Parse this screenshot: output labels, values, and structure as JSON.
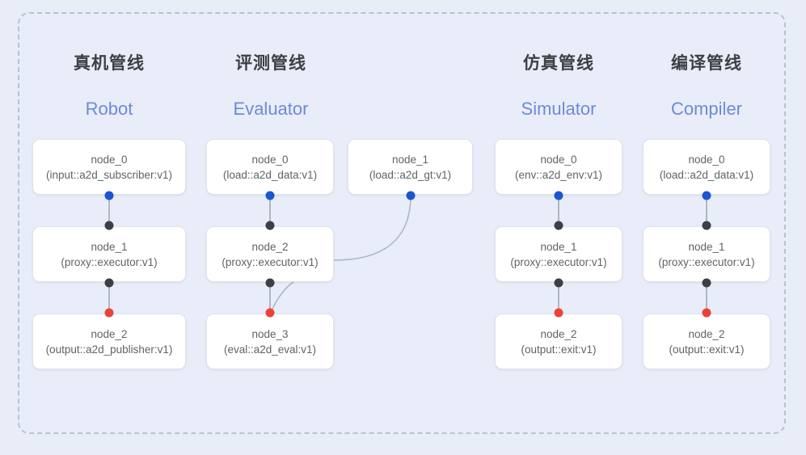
{
  "panel": {
    "border_color": "#b9c2d6",
    "background": "#e8edf9"
  },
  "colors": {
    "output_port": "#1a56d0",
    "relay_port": "#3c4043",
    "input_port": "#ea4335",
    "edge": "#b0b6c4",
    "title": "#3c4043",
    "subtitle": "#6e8ad4",
    "node_text": "#5f6368",
    "card_background": "#ffffff",
    "card_border": "#dfe3ec"
  },
  "columns": [
    {
      "id": "robot",
      "title": "真机管线",
      "subtitle": "Robot",
      "nodes": [
        {
          "name": "node_0",
          "spec": "(input::a2d_subscriber:v1)"
        },
        {
          "name": "node_1",
          "spec": "(proxy::executor:v1)"
        },
        {
          "name": "node_2",
          "spec": "(output::a2d_publisher:v1)"
        }
      ]
    },
    {
      "id": "evaluator",
      "title": "评测管线",
      "subtitle": "Evaluator",
      "nodes": [
        {
          "name": "node_0",
          "spec": "(load::a2d_data:v1)"
        },
        {
          "name": "node_1",
          "spec": "(load::a2d_gt:v1)"
        },
        {
          "name": "node_2",
          "spec": "(proxy::executor:v1)"
        },
        {
          "name": "node_3",
          "spec": "(eval::a2d_eval:v1)"
        }
      ]
    },
    {
      "id": "simulator",
      "title": "仿真管线",
      "subtitle": "Simulator",
      "nodes": [
        {
          "name": "node_0",
          "spec": "(env::a2d_env:v1)"
        },
        {
          "name": "node_1",
          "spec": "(proxy::executor:v1)"
        },
        {
          "name": "node_2",
          "spec": "(output::exit:v1)"
        }
      ]
    },
    {
      "id": "compiler",
      "title": "编译管线",
      "subtitle": "Compiler",
      "nodes": [
        {
          "name": "node_0",
          "spec": "(load::a2d_data:v1)"
        },
        {
          "name": "node_1",
          "spec": "(proxy::executor:v1)"
        },
        {
          "name": "node_2",
          "spec": "(output::exit:v1)"
        }
      ]
    }
  ]
}
